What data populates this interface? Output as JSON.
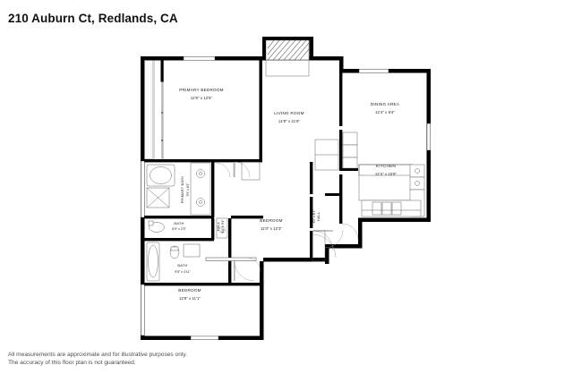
{
  "header": {
    "title": "210 Auburn Ct, Redlands, CA"
  },
  "footer": {
    "line1": "All measurements are approximate and for illustrative purposes only.",
    "line2": "The accuracy of this floor plan is not guaranteed."
  },
  "floorplan": {
    "rooms": [
      {
        "key": "primary_bedroom",
        "name": "PRIMARY BEDROOM",
        "dimensions": "12'6\" x 12'5\""
      },
      {
        "key": "living_room",
        "name": "LIVING ROOM",
        "dimensions": "14'9\" x 21'6\""
      },
      {
        "key": "dining_area",
        "name": "DINING AREA",
        "dimensions": "12'4\" x 9'4\""
      },
      {
        "key": "kitchen",
        "name": "KITCHEN",
        "dimensions": "12'4\" x 10'6\""
      },
      {
        "key": "primary_bath",
        "name": "PRIMARY BATH",
        "dimensions": "9'5\" x 8'3\""
      },
      {
        "key": "bath_upper",
        "name": "BATH",
        "dimensions": "6'9\" x 2'5\""
      },
      {
        "key": "bath_lower",
        "name": "BATH",
        "dimensions": "9'5\" x 4'11\""
      },
      {
        "key": "hall_left",
        "name": "HALL",
        "dimensions": "4'8\" x 9'4\""
      },
      {
        "key": "bedroom_middle",
        "name": "BEDROOM",
        "dimensions": "11'0\" x 12'3\""
      },
      {
        "key": "hall_right",
        "name": "HALL",
        "dimensions": "6'0\" x 8'1\""
      },
      {
        "key": "bedroom_lower",
        "name": "BEDROOM",
        "dimensions": "12'8\" x 11'1\""
      }
    ]
  },
  "colors": {
    "wall": "#000000",
    "text": "#1a1a1a",
    "title": "#111111",
    "disclaimer": "#4d4d4d",
    "background": "#ffffff"
  }
}
